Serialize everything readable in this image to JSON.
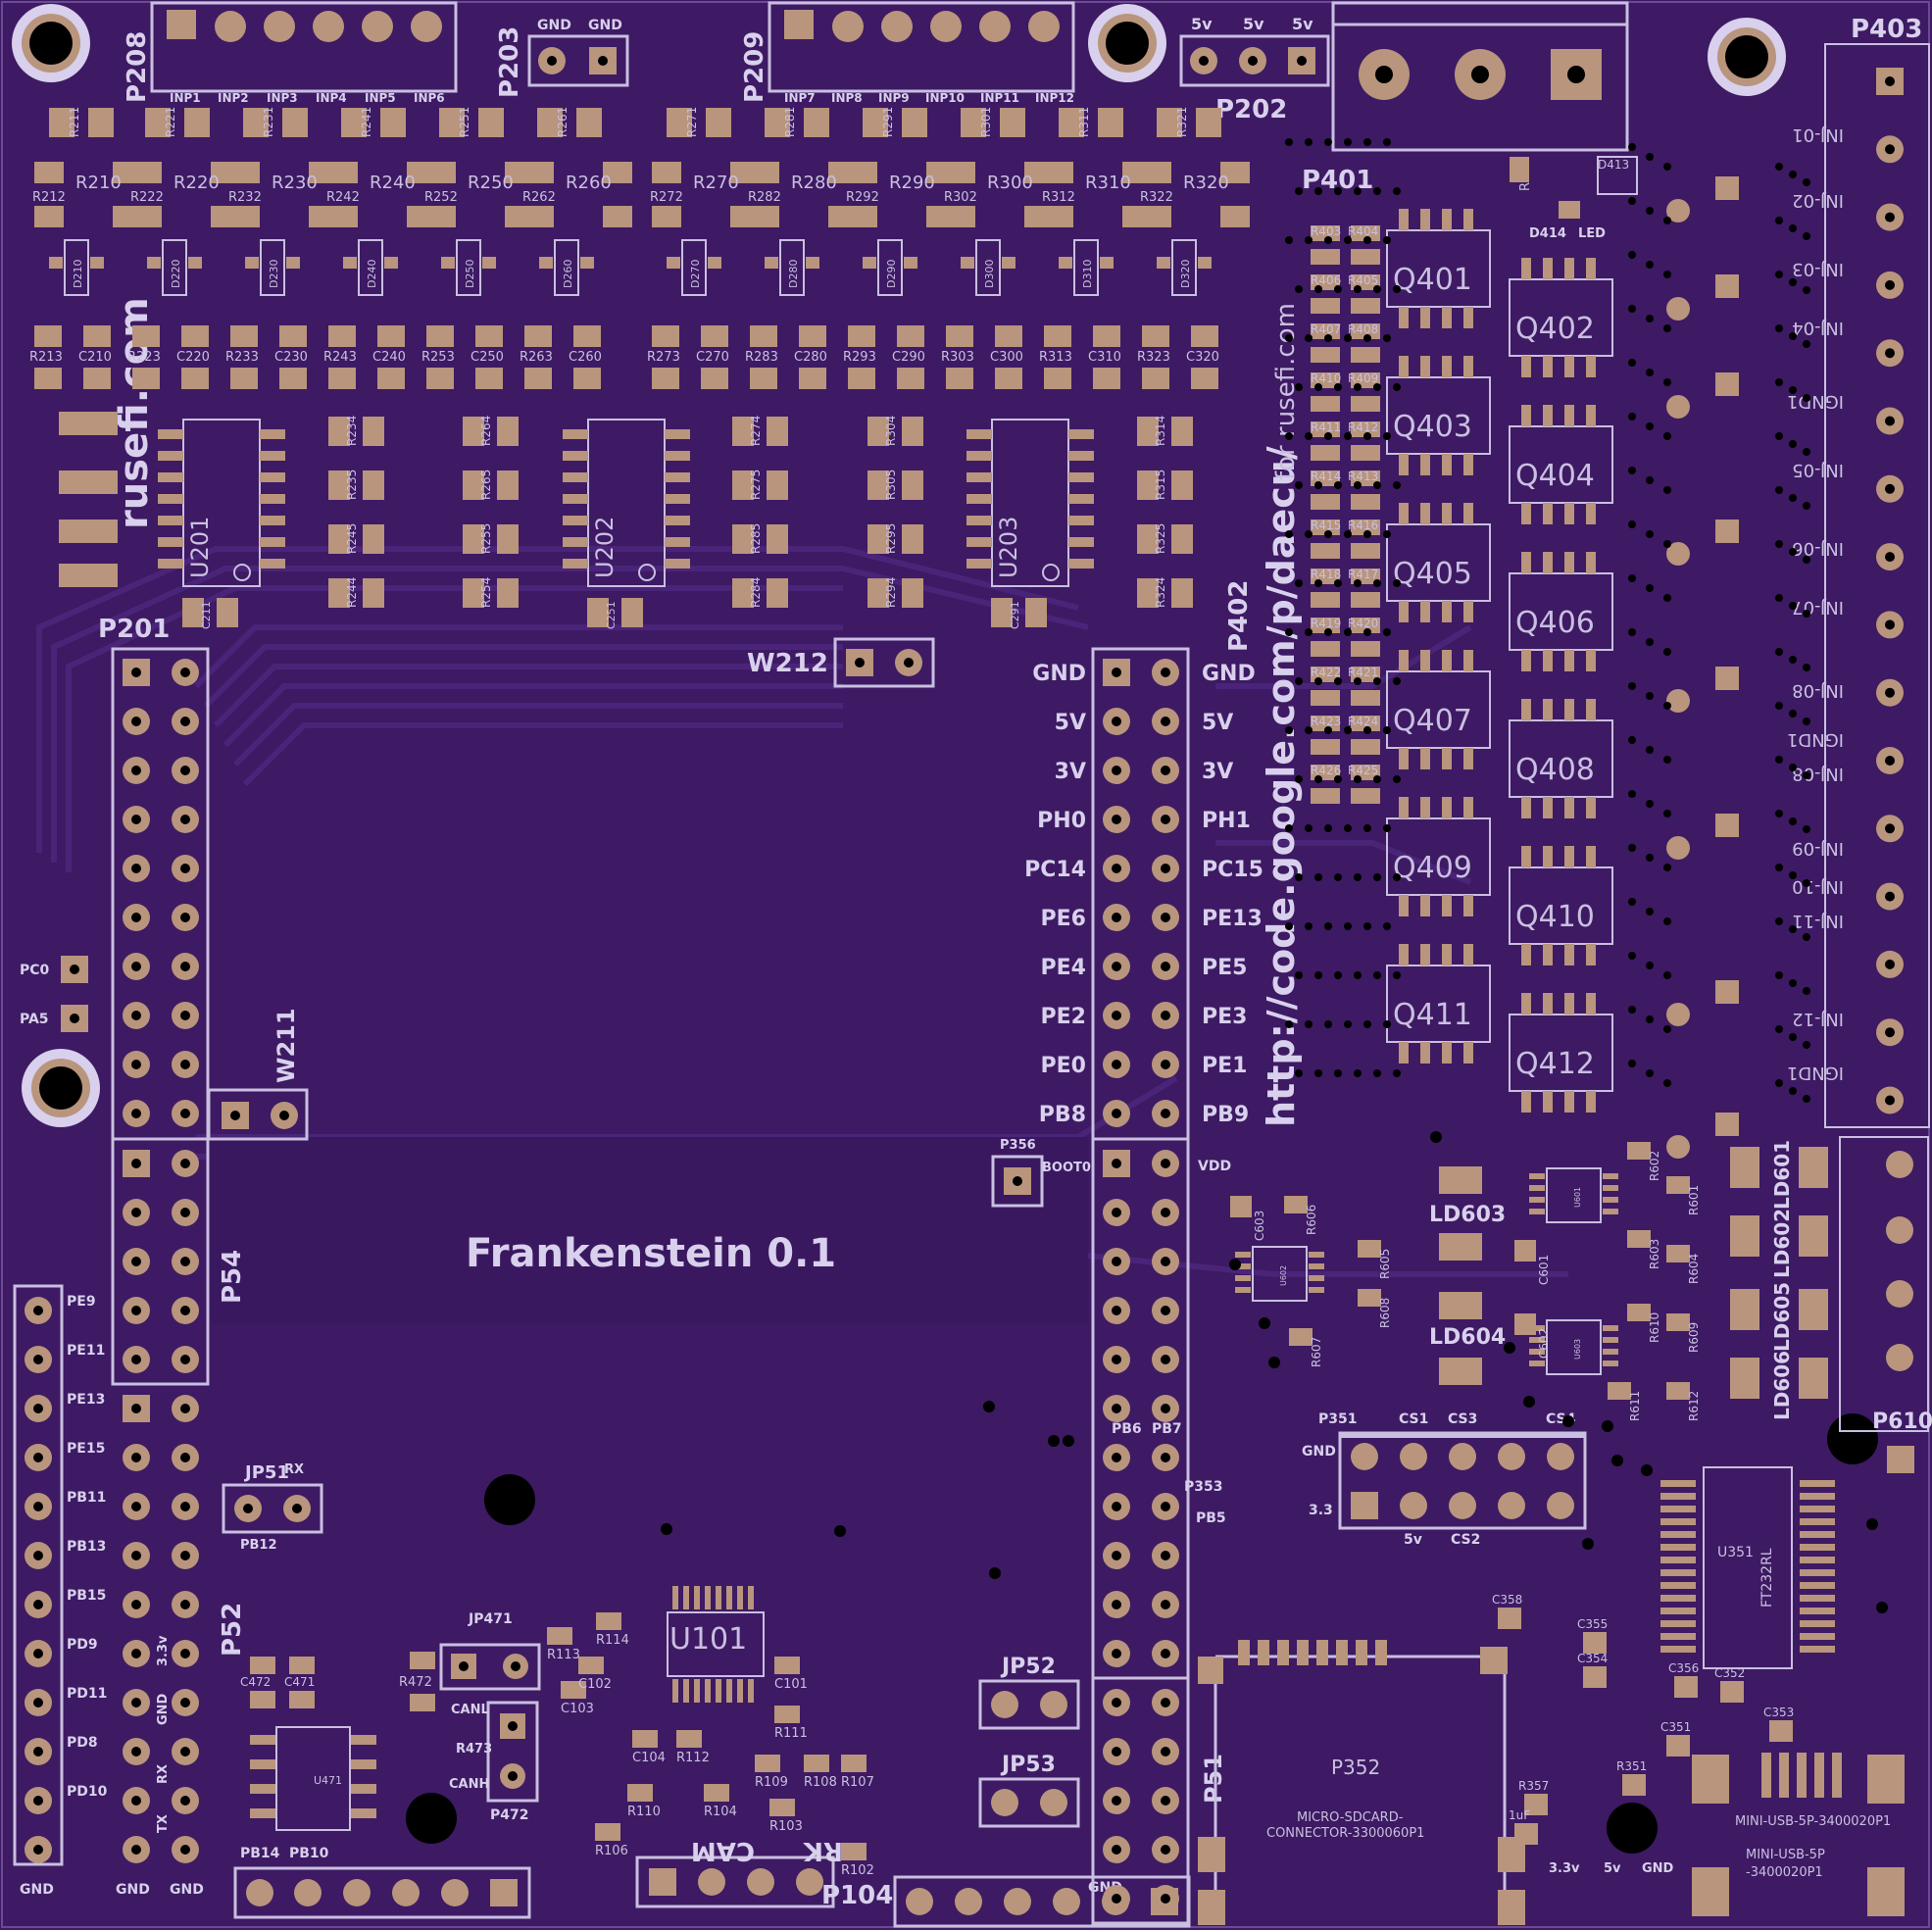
{
  "board": {
    "title": "Frankenstein 0.1",
    "url": "http://code.google.com/p/daecu/",
    "url_suffix": "for rusefi.com",
    "side_label": "rusefi.com"
  },
  "colors": {
    "board": "#3d1a63",
    "trace": "#4a2478",
    "silk": "#c9bfe0",
    "pad": "#b8957c",
    "hole": "#000000"
  },
  "headers_top": [
    {
      "ref": "P208",
      "pins": [
        "INP1",
        "INP2",
        "INP3",
        "INP4",
        "INP5",
        "INP6"
      ]
    },
    {
      "ref": "P209",
      "pins": [
        "INP7",
        "INP8",
        "INP9",
        "INP10",
        "INP11",
        "INP12"
      ]
    }
  ],
  "p203": {
    "ref": "P203",
    "pins": [
      "GND",
      "GND"
    ]
  },
  "p202": {
    "ref": "P202",
    "pins": [
      "5v",
      "5v",
      "5v"
    ]
  },
  "resistor_row1": [
    "R211",
    "R221",
    "R231",
    "R241",
    "R251",
    "R261",
    "R271",
    "R281",
    "R291",
    "R301",
    "R311",
    "R321"
  ],
  "resistor_row2a": [
    "R212",
    "R222",
    "R232",
    "R242",
    "R252",
    "R262",
    "R272",
    "R282",
    "R292",
    "R302",
    "R312",
    "R322"
  ],
  "resistor_row2b": [
    "R210",
    "R220",
    "R230",
    "R240",
    "R250",
    "R260",
    "R270",
    "R280",
    "R290",
    "R300",
    "R310",
    "R320"
  ],
  "diodes": [
    "D210",
    "D220",
    "D230",
    "D240",
    "D250",
    "D260",
    "D270",
    "D280",
    "D290",
    "D300",
    "D310",
    "D320"
  ],
  "row_bottom": [
    "R213",
    "C210",
    "R223",
    "C220",
    "R233",
    "C230",
    "R243",
    "C240",
    "R253",
    "C250",
    "R263",
    "C260",
    "R273",
    "C270",
    "R283",
    "C280",
    "R293",
    "C290",
    "R303",
    "C300",
    "R313",
    "C310",
    "R323",
    "C320"
  ],
  "u_chips": [
    "U201",
    "U202",
    "U203"
  ],
  "u_caps": [
    "C211",
    "C251",
    "C291"
  ],
  "u_resistors": [
    [
      "R234",
      "R235",
      "R245",
      "R244"
    ],
    [
      "R264",
      "R265",
      "R255",
      "R254"
    ],
    [
      "R274",
      "R275",
      "R285",
      "R284"
    ],
    [
      "R304",
      "R305",
      "R295",
      "R294"
    ],
    [
      "R314",
      "R315",
      "R325",
      "R324"
    ]
  ],
  "p201": {
    "ref": "P201"
  },
  "p402": {
    "ref": "P402",
    "left": [
      "GND",
      "5V",
      "3V",
      "PH0",
      "PC14",
      "PE6",
      "PE4",
      "PE2",
      "PE0",
      "PB8"
    ],
    "right": [
      "GND",
      "5V",
      "3V",
      "PH1",
      "PC15",
      "PE13",
      "PE5",
      "PE3",
      "PE1",
      "PB9"
    ]
  },
  "w212": "W212",
  "w211": "W211",
  "p54": "P54",
  "p52": "P52",
  "p51": "P51",
  "left_labels": [
    "PC0",
    "PA5"
  ],
  "left_col_labels": [
    "PE9",
    "PE11",
    "PE13",
    "PE15",
    "PB11",
    "PB13",
    "PB15",
    "PD9",
    "PD11",
    "PD8",
    "PD10",
    "GND"
  ],
  "bottom_left_labels": [
    "GND",
    "GND",
    "GND"
  ],
  "p52_side": [
    "3.3v",
    "GND",
    "RX",
    "TX"
  ],
  "jp51": {
    "ref": "JP51",
    "label": "RX",
    "sub": "PB12"
  },
  "u471": "U471",
  "caps_471": [
    "C472",
    "C471"
  ],
  "r472": "R472",
  "jp471": "JP471",
  "canl": "CANL",
  "canh": "CANH",
  "r473": "R473",
  "p472": "P472",
  "pb14_pb10": [
    "PB14",
    "PB10"
  ],
  "u101": "U101",
  "small_parts": [
    "R113",
    "R114",
    "C103",
    "C102",
    "C101",
    "R111",
    "R112",
    "C104",
    "R109",
    "R108",
    "R107",
    "R110",
    "R104",
    "R103",
    "R106",
    "R102"
  ],
  "cam_label": "CAM",
  "rk_label": "RK",
  "p104": "P104",
  "p104_gnd": "GND",
  "jp52": "JP52",
  "jp53": "JP53",
  "p356": {
    "ref": "P356",
    "label": "BOOT0"
  },
  "vdd": "VDD",
  "pb6_pb7": [
    "PB6",
    "PB7"
  ],
  "p353": {
    "ref": "P353",
    "label": "PB5"
  },
  "p351": {
    "ref": "P351",
    "top": [
      "CS1",
      "CS3",
      "CS4"
    ],
    "left": [
      "GND",
      "3.3"
    ],
    "bottom": [
      "5v",
      "CS2"
    ]
  },
  "p352": {
    "ref": "P352",
    "desc1": "MICRO-SDCARD-",
    "desc2": "CONNECTOR-3300060P1"
  },
  "power_labels": [
    "3.3v",
    "5v",
    "GND"
  ],
  "u351": {
    "ref": "U351",
    "chip": "FT232RL"
  },
  "usb": {
    "label1": "MINI-USB-5P-3400020P1",
    "label2": "MINI-USB-5P",
    "label3": "-3400020P1"
  },
  "caps_351": [
    "C358",
    "C355",
    "C354",
    "C356",
    "C351",
    "C352",
    "C353",
    "R351",
    "R357",
    "1uF"
  ],
  "ld_parts": [
    "LD603",
    "LD604",
    "LD601",
    "LD602",
    "LD605",
    "LD606"
  ],
  "r600s": [
    "R602",
    "R601",
    "R603",
    "R604",
    "R606",
    "R605",
    "R608",
    "R607",
    "R609",
    "R610",
    "R611",
    "R612"
  ],
  "caps_600": [
    "C603",
    "C601",
    "C602"
  ],
  "u600": [
    "U602",
    "U601",
    "U603"
  ],
  "p401": "P401",
  "r400s": [
    "R403",
    "R404",
    "R406",
    "R405",
    "R407",
    "R408",
    "R410",
    "R409",
    "R411",
    "R412",
    "R414",
    "R413",
    "R415",
    "R416",
    "R418",
    "R417",
    "R419",
    "R420",
    "R422",
    "R421",
    "R423",
    "R424",
    "R426",
    "R425"
  ],
  "q_parts": [
    "Q401",
    "Q402",
    "Q403",
    "Q404",
    "Q405",
    "Q406",
    "Q407",
    "Q408",
    "Q409",
    "Q410",
    "Q411",
    "Q412"
  ],
  "led": {
    "r": "R427",
    "d1": "D413",
    "d2": "D414",
    "label": "LED"
  },
  "p403": {
    "ref": "P403",
    "labels": [
      "INJ-01",
      "INJ-02",
      "INJ-03",
      "INJ-04",
      "IGND1",
      "INJ-05",
      "INJ-06",
      "INJ-07",
      "INJ-08",
      "IGND1",
      "INJ-08",
      "INJ-09",
      "INJ-10",
      "INJ-11",
      "INJ-12",
      "IGND1"
    ]
  },
  "p610": "P610"
}
